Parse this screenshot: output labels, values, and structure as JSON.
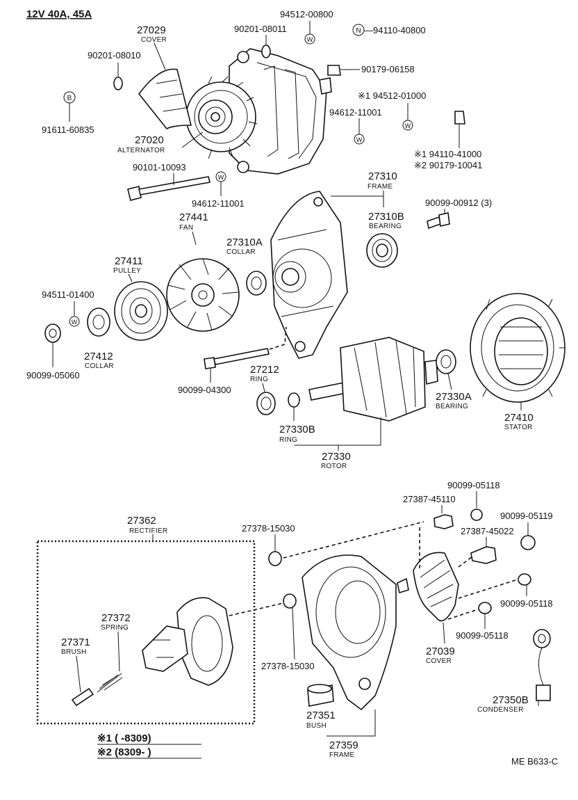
{
  "header": {
    "title": "12V 40A, 45A"
  },
  "footer": {
    "code": "ME B633-C"
  },
  "notes": {
    "n1": "※1  (        -8309)",
    "n2": "※2  (8309-        )"
  },
  "symbols": {
    "w": "W",
    "n": "N",
    "b": "B"
  },
  "labels": {
    "p94512_00800": "94512-00800",
    "p90201_08011": "90201-08011",
    "p94110_40800": "—94110-40800",
    "p27029": "27029",
    "p27029_name": "COVER",
    "p90201_08010": "90201-08010",
    "p90179_06158": "90179-06158",
    "p94512_01000": "※1  94512-01000",
    "p94612_11001a": "94612-11001",
    "p91611_60835": "91611-60835",
    "p27020": "27020",
    "p27020_name": "ALTERNATOR",
    "p94110_41000": "※1 94110-41000",
    "p90179_10041": "※2 90179-10041",
    "p90101_10093": "90101-10093",
    "p94612_11001b": "94612-11001",
    "p27310": "27310",
    "p27310_name": "FRAME",
    "p90099_00912": "90099-00912 (3)",
    "p27441": "27441",
    "p27441_name": "FAN",
    "p27310B": "27310B",
    "p27310B_name": "BEARING",
    "p27310A": "27310A",
    "p27310A_name": "COLLAR",
    "p27411": "27411",
    "p27411_name": "PULLEY",
    "p94511_01400": "94511-01400",
    "p27412": "27412",
    "p27412_name": "COLLAR",
    "p90099_05060": "90099-05060",
    "p27212": "27212",
    "p27212_name": "RING",
    "p90099_04300": "90099-04300",
    "p27330A": "27330A",
    "p27330A_name": "BEARING",
    "p27330B": "27330B",
    "p27330B_name": "RING",
    "p27410": "27410",
    "p27410_name": "STATOR",
    "p27330": "27330",
    "p27330_name": "ROTOR",
    "p90099_05118a": "90099-05118",
    "p27387_45110": "27387-45110",
    "p90099_05119": "90099-05119",
    "p27362": "27362",
    "p27362_name": "RECTIFIER",
    "p27378_15030a": "27378-15030",
    "p27387_45022": "27387-45022",
    "p90099_05118b": "90099-05118",
    "p27372": "27372",
    "p27372_name": "SPRING",
    "p90099_05118c": "90099-05118",
    "p27371": "27371",
    "p27371_name": "BRUSH",
    "p27039": "27039",
    "p27039_name": "COVER",
    "p27378_15030b": "27378-15030",
    "p27350B": "27350B",
    "p27350B_name": "CONDENSER",
    "p27351": "27351",
    "p27351_name": "BUSH",
    "p27359": "27359",
    "p27359_name": "FRAME"
  }
}
